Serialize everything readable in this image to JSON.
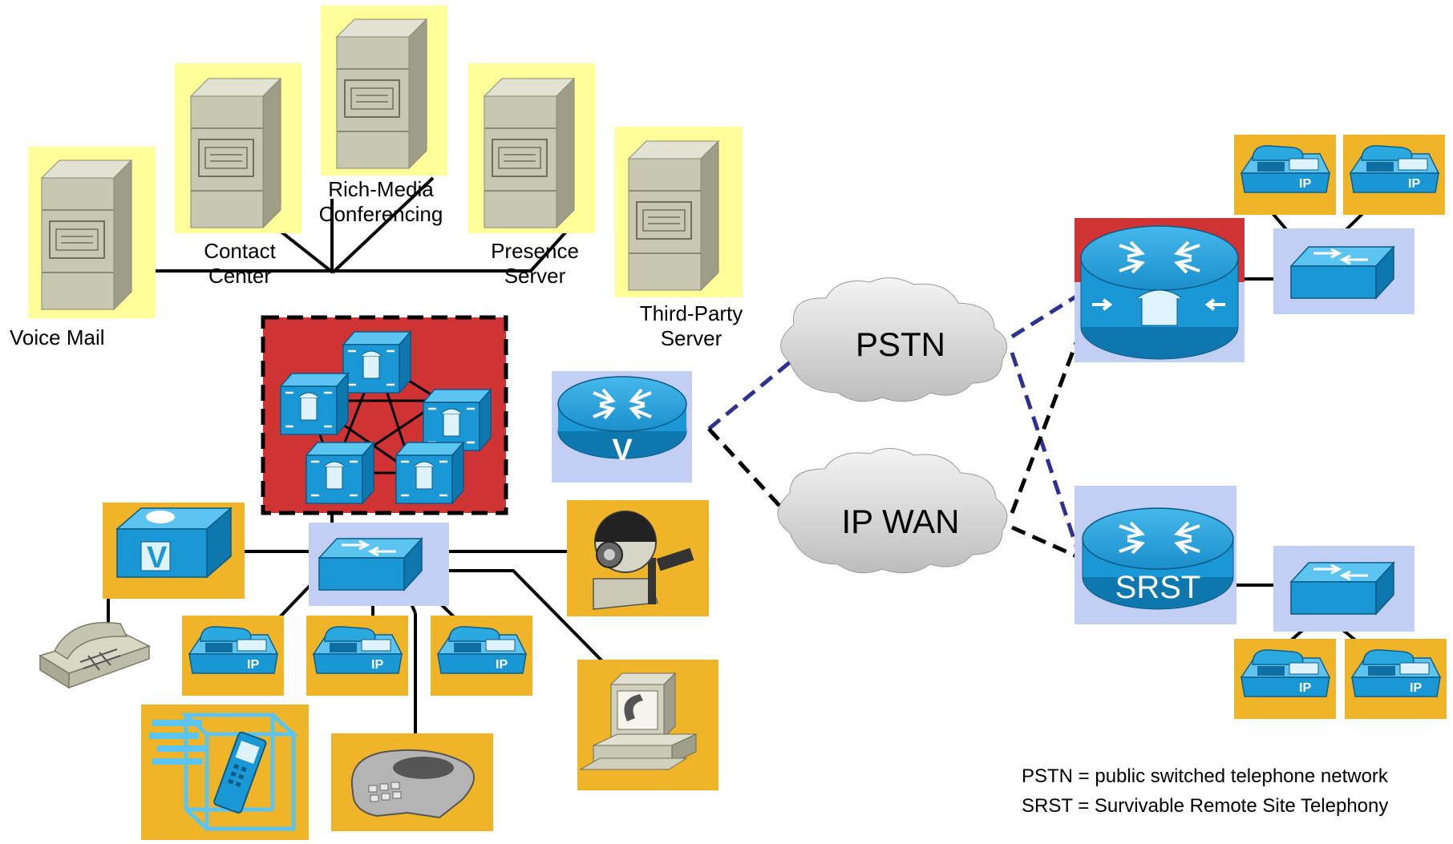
{
  "servers": {
    "voice_mail": "Voice Mail",
    "contact_center": [
      "Contact",
      "Center"
    ],
    "rich_media": [
      "Rich-Media",
      "Conferencing"
    ],
    "presence": [
      "Presence",
      "Server"
    ],
    "third_party": [
      "Third-Party",
      "Server"
    ]
  },
  "clouds": {
    "pstn": "PSTN",
    "ip_wan": "IP WAN"
  },
  "devices": {
    "srst_label": "SRST",
    "voice_gateway_label": "V",
    "voicemail_box_label": "V",
    "ip_phone_label": "IP"
  },
  "legend": [
    "PSTN = public switched telephone network",
    "SRST = Survivable Remote Site Telephony"
  ],
  "colors": {
    "server_bg": "#ffff99",
    "device_bg": "#f0b429",
    "network_bg": "#c3cef5",
    "cluster_bg": "#d03333",
    "device_blue": "#1a98d5",
    "server_gray": "#c8c8b4",
    "wan_link_dashed_black": "#000000",
    "pstn_link_dashed_blue": "#2e3192"
  }
}
